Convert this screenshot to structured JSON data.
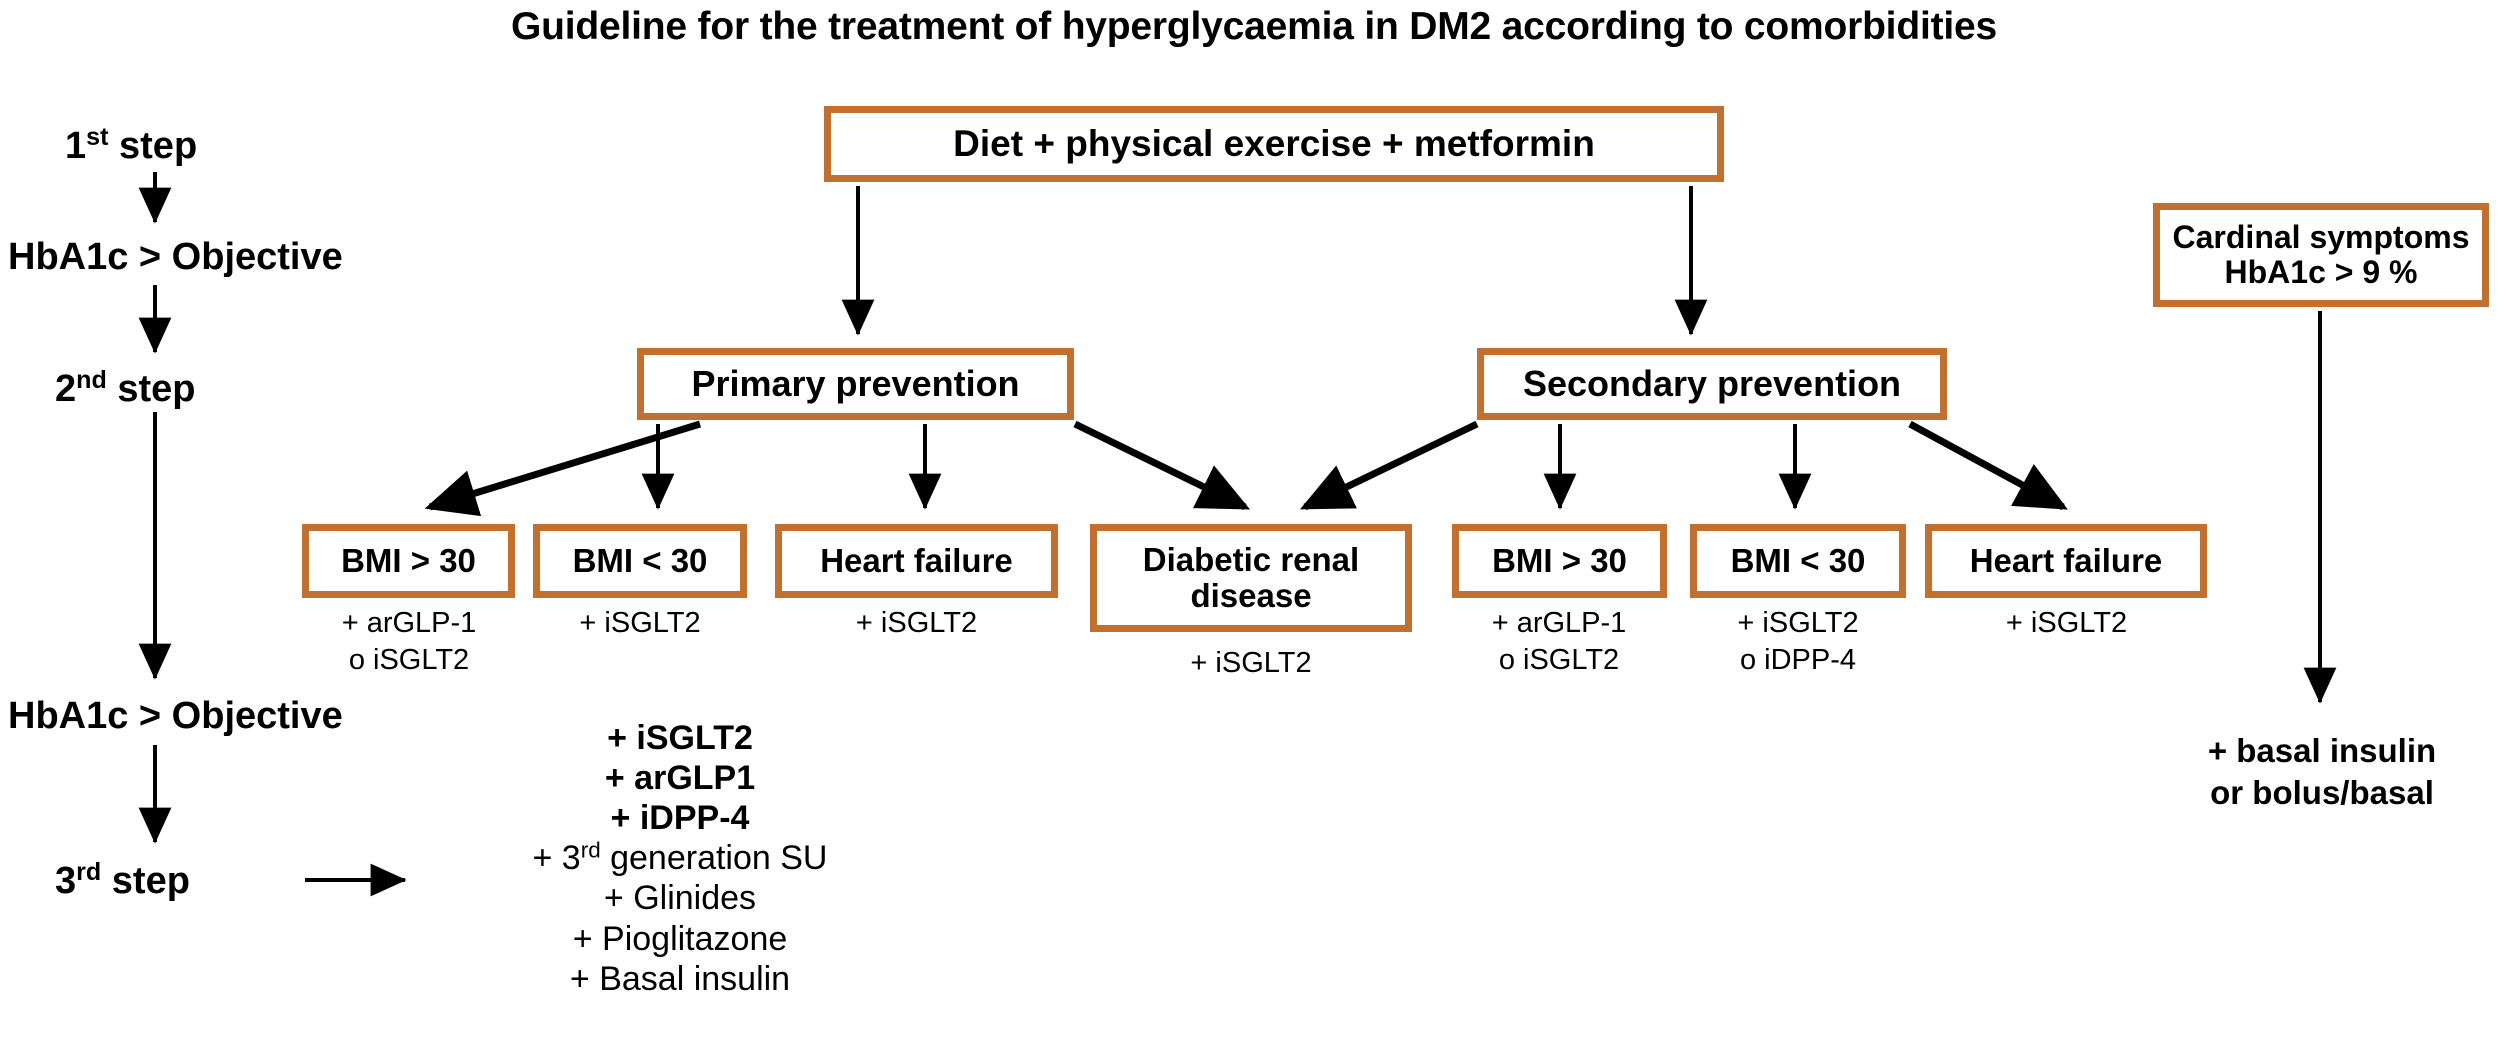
{
  "title": "Guideline for the treatment of hyperglycaemia in DM2 according to comorbidities",
  "colors": {
    "box_border": "#C2702F",
    "text": "#000000",
    "background": "#FFFFFF"
  },
  "left_column": {
    "step1": "step",
    "step1_ord": "1",
    "step1_sup": "st",
    "hba1c_first": "HbA1c > Objective",
    "step2": "step",
    "step2_ord": "2",
    "step2_sup": "nd",
    "hba1c_second": "HbA1c > Objective",
    "step3": "step",
    "step3_ord": "3",
    "step3_sup": "rd"
  },
  "nodes": {
    "top": "Diet + physical exercise + metformin",
    "primary_prevention": "Primary prevention",
    "secondary_prevention": "Secondary prevention",
    "cardinal_line1": "Cardinal symptoms",
    "cardinal_line2": "HbA1c > 9 %"
  },
  "primary_branch": [
    {
      "label": "BMI > 30",
      "drugs": [
        "+ arGLP-1",
        "o iSGLT2"
      ]
    },
    {
      "label": "BMI < 30",
      "drugs": [
        "+ iSGLT2"
      ]
    },
    {
      "label": "Heart failure",
      "drugs": [
        "+ iSGLT2"
      ]
    }
  ],
  "shared_node": {
    "label_line1": "Diabetic renal",
    "label_line2": "disease",
    "drugs": [
      "+ iSGLT2"
    ]
  },
  "secondary_branch": [
    {
      "label": "BMI > 30",
      "drugs": [
        "+ arGLP-1",
        "o iSGLT2"
      ]
    },
    {
      "label": "BMI < 30",
      "drugs": [
        "+ iSGLT2",
        "o iDPP-4"
      ]
    },
    {
      "label": "Heart failure",
      "drugs": [
        "+ iSGLT2"
      ]
    }
  ],
  "cardinal_outcome": {
    "line1": "+ basal insulin",
    "line2": "or bolus/basal"
  },
  "third_step_drugs": {
    "bold": [
      "+ iSGLT2",
      "+ arGLP1",
      "+ iDPP-4"
    ],
    "su_prefix": "+ 3",
    "su_sup": "rd",
    "su_rest": " generation SU",
    "regular": [
      "+ Glinides",
      "+ Pioglitazone",
      "+ Basal insulin"
    ]
  }
}
